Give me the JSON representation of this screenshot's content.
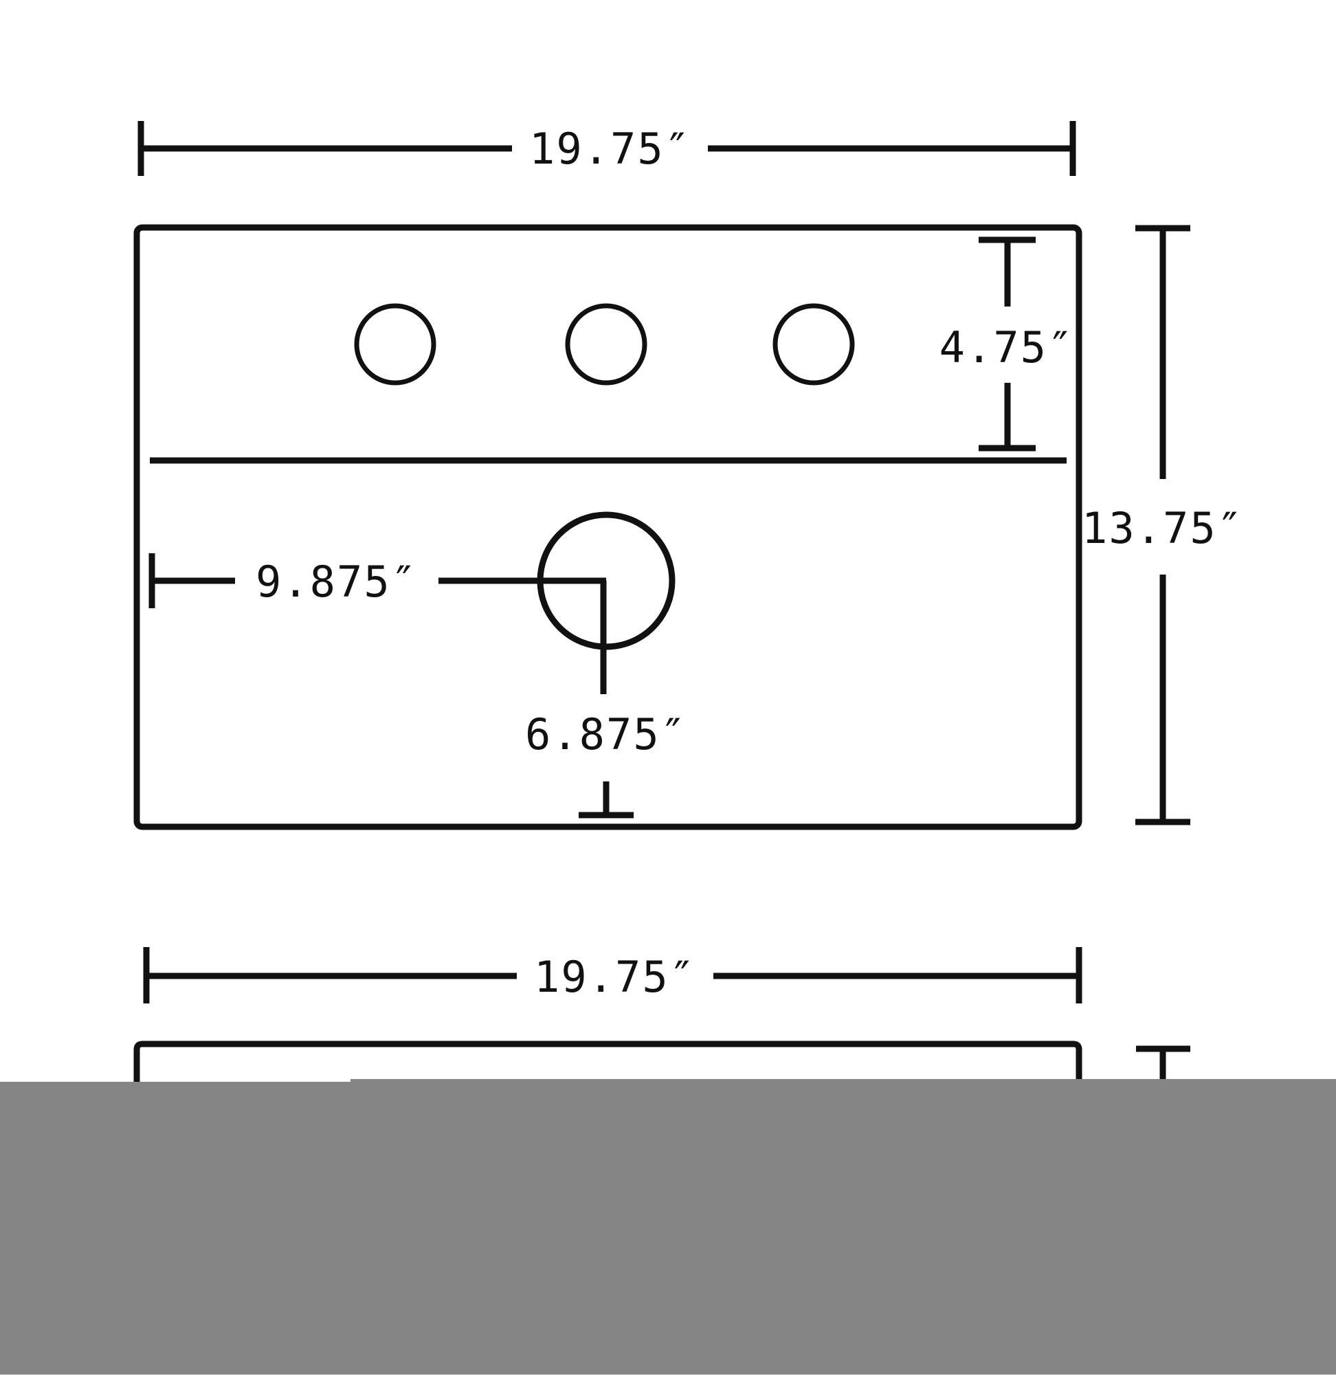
{
  "top_view": {
    "overall_width": "19.75″",
    "overall_depth": "13.75″",
    "faucet_deck_depth": "4.75″",
    "drain_from_side": "9.875″",
    "drain_from_front": "6.875″",
    "faucet_holes": 3
  },
  "front_view": {
    "overall_width": "19.75″"
  },
  "colors": {
    "line": "#111111",
    "background": "#ffffff",
    "cover_panel": "#858585"
  }
}
